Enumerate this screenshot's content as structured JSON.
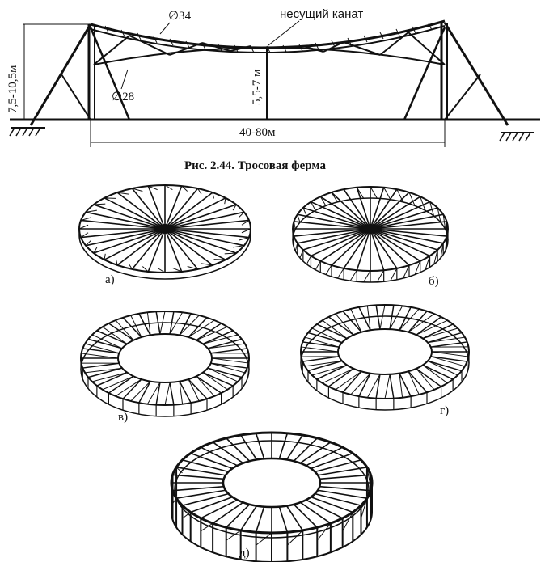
{
  "truss": {
    "chord_top_diameter": "∅34",
    "carrying_cable": "несущий канат",
    "chord_bottom_diameter": "∅28",
    "pylon_height": "7,5-10,5м",
    "sag_height": "5,5-7 м",
    "span": "40-80м"
  },
  "caption": "Рис. 2.44. Тросовая ферма",
  "variants": [
    {
      "label": "а)"
    },
    {
      "label": "б)"
    },
    {
      "label": "в)"
    },
    {
      "label": "г)"
    },
    {
      "label": "д)"
    }
  ]
}
